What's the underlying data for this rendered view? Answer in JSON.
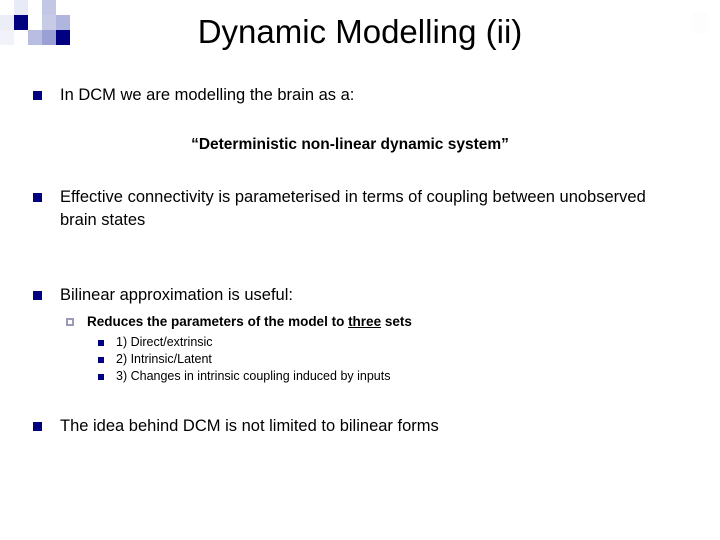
{
  "slide": {
    "title": "Dynamic Modelling (ii)",
    "logo": {
      "name": "decorative-squares-logo",
      "cells": [
        "#ffffff",
        "#e8eaf5",
        "#ffffff",
        "#c3c7e4",
        "#ffffff",
        "#eceef7",
        "#000080",
        "#ffffff",
        "#c8cbe6",
        "#b0b5dd",
        "#f2f3fa",
        "#ffffff",
        "#b9bde1",
        "#9aa0d4",
        "#000080"
      ]
    },
    "content": [
      {
        "id": "bullet-1",
        "level": 1,
        "text": "In DCM we are modelling the brain as a:"
      },
      {
        "id": "quote-line",
        "level": "quote",
        "text": "“Deterministic non-linear dynamic system”"
      },
      {
        "id": "bullet-2",
        "level": 1,
        "text": "Effective connectivity is parameterised in terms of coupling between unobserved brain states"
      },
      {
        "id": "bullet-3",
        "level": 1,
        "text": "Bilinear approximation is useful:"
      },
      {
        "id": "sub-bullet-1",
        "level": 2,
        "text_before": "Reduces the parameters of the model to ",
        "emphasis": "three",
        "text_after": " sets"
      },
      {
        "id": "item-1",
        "level": 3,
        "text": "1) Direct/extrinsic"
      },
      {
        "id": "item-2",
        "level": 3,
        "text": "2) Intrinsic/Latent"
      },
      {
        "id": "item-3",
        "level": 3,
        "text": "3) Changes in intrinsic coupling induced by inputs"
      },
      {
        "id": "bullet-4",
        "level": 1,
        "text": "The idea behind DCM is not limited to bilinear forms"
      }
    ],
    "colors": {
      "bullet_navy": "#000080",
      "sub_bullet_outline": "#9999b8",
      "text": "#000000",
      "background": "#ffffff"
    }
  }
}
